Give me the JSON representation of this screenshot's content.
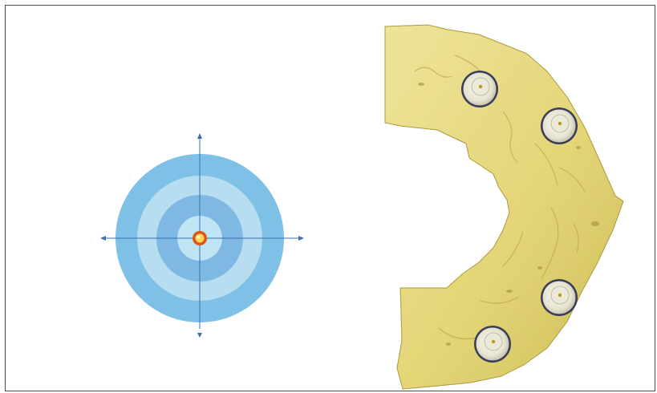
{
  "view": {
    "type": "3d-scan-viewport",
    "background": "#ffffff",
    "border_color": "#4a4a4a"
  },
  "alignment_target": {
    "icon": "crosshair-target-icon",
    "ring_colors": [
      "#7fc0e6",
      "#b7def0",
      "#7fb8e2",
      "#bfe4f3"
    ],
    "axis_color": "#3a6fb0",
    "center_marker_colors": [
      "#e0531b",
      "#ffd75a"
    ]
  },
  "model": {
    "icon": "dental-arch-model-icon",
    "surface_color": "#e6d77e",
    "shadow_color": "#b9a84a",
    "implant_markers": [
      {
        "name": "implant-marker-1"
      },
      {
        "name": "implant-marker-2"
      },
      {
        "name": "implant-marker-3"
      },
      {
        "name": "implant-marker-4"
      }
    ]
  }
}
